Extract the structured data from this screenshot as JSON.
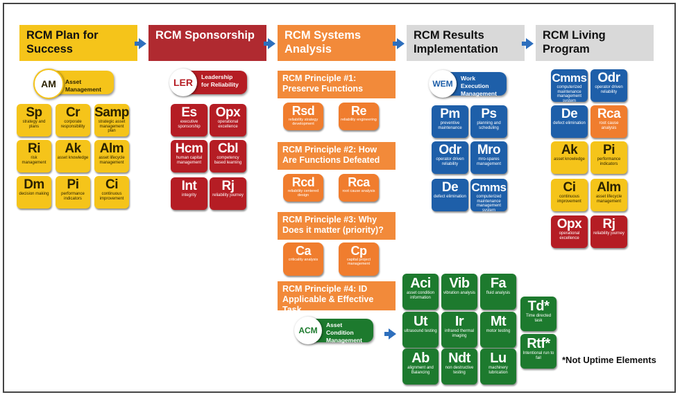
{
  "header": {
    "steps": [
      {
        "label_1": "RCM Plan for",
        "label_2": "Success",
        "bg": "#f5c41a",
        "color": "#111"
      },
      {
        "label_1": "RCM Sponsorship",
        "label_2": "",
        "bg": "#b02a30",
        "color": "#fff"
      },
      {
        "label_1": "RCM Systems",
        "label_2": "Analysis",
        "bg": "#f28a3a",
        "color": "#fff"
      },
      {
        "label_1": "RCM Results",
        "label_2": "Implementation",
        "bg": "#d9d9d9",
        "color": "#111"
      },
      {
        "label_1": "RCM Living",
        "label_2": "Program",
        "bg": "#d9d9d9",
        "color": "#111"
      }
    ]
  },
  "badges": {
    "am": {
      "abbr": "AM",
      "text": "Asset Management"
    },
    "ler": {
      "abbr": "LER",
      "text_1": "Leadership",
      "text_2": "for Reliability"
    },
    "wem": {
      "abbr": "WEM",
      "text_1": "Work Execution",
      "text_2": "Management"
    },
    "acm": {
      "abbr": "ACM",
      "text_1": "Asset Condition",
      "text_2": "Management"
    }
  },
  "plan_tiles": [
    {
      "sym": "Sp",
      "lbl": "strategy and plans"
    },
    {
      "sym": "Cr",
      "lbl": "corporate responsibility"
    },
    {
      "sym": "Samp",
      "lbl": "strategic asset management plan"
    },
    {
      "sym": "Ri",
      "lbl": "risk management"
    },
    {
      "sym": "Ak",
      "lbl": "asset knowledge"
    },
    {
      "sym": "Alm",
      "lbl": "asset lifecycle management"
    },
    {
      "sym": "Dm",
      "lbl": "decision making"
    },
    {
      "sym": "Pi",
      "lbl": "performance indicators"
    },
    {
      "sym": "Ci",
      "lbl": "continuous improvement"
    }
  ],
  "sponsor_tiles": [
    {
      "sym": "Es",
      "lbl": "executive sponsorship"
    },
    {
      "sym": "Opx",
      "lbl": "operational excellence"
    },
    {
      "sym": "Hcm",
      "lbl": "human capital management"
    },
    {
      "sym": "Cbl",
      "lbl": "competency based learning"
    },
    {
      "sym": "Int",
      "lbl": "integrity"
    },
    {
      "sym": "Rj",
      "lbl": "reliability journey"
    }
  ],
  "principles": [
    {
      "line_1": "RCM Principle #1:",
      "line_2": "Preserve Functions",
      "tiles": [
        {
          "sym": "Rsd",
          "lbl": "reliability strategy development"
        },
        {
          "sym": "Re",
          "lbl": "reliability engineering"
        }
      ]
    },
    {
      "line_1": "RCM Principle #2: How",
      "line_2": "Are Functions Defeated",
      "tiles": [
        {
          "sym": "Rcd",
          "lbl": "reliability centered design"
        },
        {
          "sym": "Rca",
          "lbl": "root cause analysis"
        }
      ]
    },
    {
      "line_1": "RCM Principle #3: Why",
      "line_2": "Does it matter (priority)?",
      "tiles": [
        {
          "sym": "Ca",
          "lbl": "criticality analysis"
        },
        {
          "sym": "Cp",
          "lbl": "capital project management"
        }
      ]
    },
    {
      "line_1": "RCM Principle #4: ID",
      "line_2": "Applicable & Effective Task"
    }
  ],
  "results_tiles": [
    {
      "sym": "Pm",
      "lbl": "preventive maintenance"
    },
    {
      "sym": "Ps",
      "lbl": "planning and scheduling"
    },
    {
      "sym": "Odr",
      "lbl": "operator driven reliability"
    },
    {
      "sym": "Mro",
      "lbl": "mro-spares management"
    },
    {
      "sym": "De",
      "lbl": "defect elimination"
    },
    {
      "sym": "Cmms",
      "lbl": "computerized maintenance management system"
    }
  ],
  "living_tiles": [
    {
      "sym": "Cmms",
      "lbl": "computerized maintenance management system",
      "color": "blue"
    },
    {
      "sym": "Odr",
      "lbl": "operator driven reliability",
      "color": "blue"
    },
    {
      "sym": "De",
      "lbl": "defect elimination",
      "color": "blue"
    },
    {
      "sym": "Rca",
      "lbl": "root cause analysis",
      "color": "orange"
    },
    {
      "sym": "Ak",
      "lbl": "asset knowledge",
      "color": "yellow"
    },
    {
      "sym": "Pi",
      "lbl": "performance indicators",
      "color": "yellow"
    },
    {
      "sym": "Ci",
      "lbl": "continuous improvement",
      "color": "yellow"
    },
    {
      "sym": "Alm",
      "lbl": "asset lifecycle management",
      "color": "yellow"
    },
    {
      "sym": "Opx",
      "lbl": "operational excellence",
      "color": "red"
    },
    {
      "sym": "Rj",
      "lbl": "reliability journey",
      "color": "red"
    }
  ],
  "acm_tiles": [
    {
      "sym": "Aci",
      "lbl": "asset condition information"
    },
    {
      "sym": "Vib",
      "lbl": "vibration analysis"
    },
    {
      "sym": "Fa",
      "lbl": "fluid analysis"
    },
    {
      "sym": "Ut",
      "lbl": "ultrasound testing"
    },
    {
      "sym": "Ir",
      "lbl": "infrared thermal imaging"
    },
    {
      "sym": "Mt",
      "lbl": "motor testing"
    },
    {
      "sym": "Ab",
      "lbl": "alignment and Balancing"
    },
    {
      "sym": "Ndt",
      "lbl": "non destructive testing"
    },
    {
      "sym": "Lu",
      "lbl": "machinery lubrication"
    }
  ],
  "extra_tiles": [
    {
      "sym": "Td*",
      "lbl": "Time directed task"
    },
    {
      "sym": "Rtf*",
      "lbl": "Intentional run to fail"
    }
  ],
  "note": "*Not Uptime Elements",
  "colors": {
    "yellow": "#f5c41a",
    "red": "#b51d24",
    "blue": "#1e5fa9",
    "orange": "#f07d2e",
    "green": "#1d7a2e",
    "arrow": "#2e6fbd"
  }
}
